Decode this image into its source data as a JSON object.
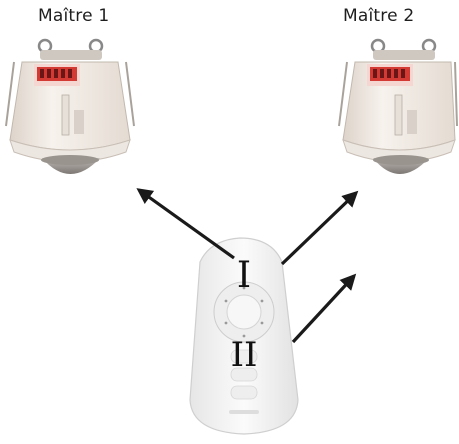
{
  "master_labels": [
    "Maître 1",
    "Maître 2"
  ],
  "remote": {
    "mark_one": "I",
    "mark_two": "II"
  },
  "colors": {
    "arrow": "#1a1a1a",
    "sensor_body": "#f2ece6",
    "dip_switch": "#e03838"
  }
}
